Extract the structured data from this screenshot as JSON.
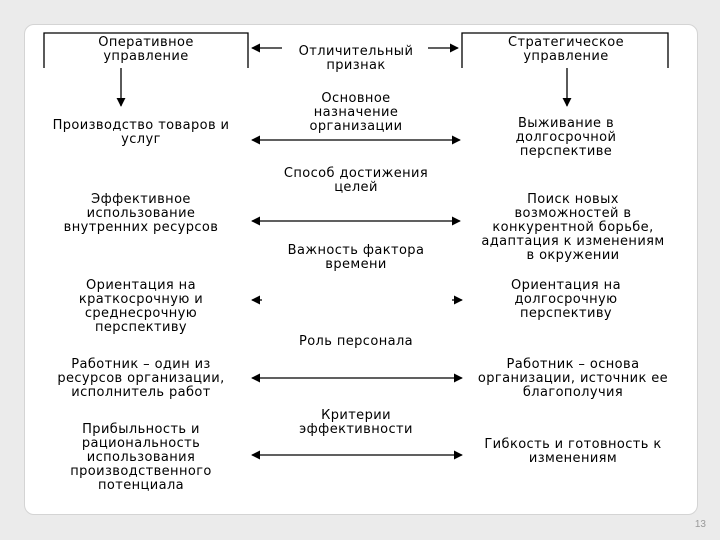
{
  "header": {
    "left": "Оперативное\nуправление",
    "center": "Отличительный\nпризнак",
    "right": "Стратегическое\nуправление"
  },
  "rows": [
    {
      "criterion": "Основное\nназначение\nорганизации",
      "left": "Производство товаров и\nуслуг",
      "right": "Выживание в\nдолгосрочной\nперспективе"
    },
    {
      "criterion": "Способ достижения\nцелей",
      "left": "Эффективное\nиспользование\nвнутренних ресурсов",
      "right": "Поиск новых\nвозможностей в\nконкурентной борьбе,\nадаптация к изменениям\nв окружении"
    },
    {
      "criterion": "Важность фактора\nвремени",
      "left": "Ориентация на\nкраткосрочную и\nсреднесрочную\nперспективу",
      "right": "Ориентация на\nдолгосрочную\nперспективу"
    },
    {
      "criterion": "Роль персонала",
      "left": "Работник – один из\nресурсов организации,\nисполнитель работ",
      "right": "Работник – основа\nорганизации, источник ее\nблагополучия"
    },
    {
      "criterion": "Критерии\nэффективности",
      "left": "Прибыльность и\nрациональность\nиспользования\nпроизводственного\nпотенциала",
      "right": "Гибкость и готовность к\nизменениям"
    }
  ],
  "page_number": "13"
}
